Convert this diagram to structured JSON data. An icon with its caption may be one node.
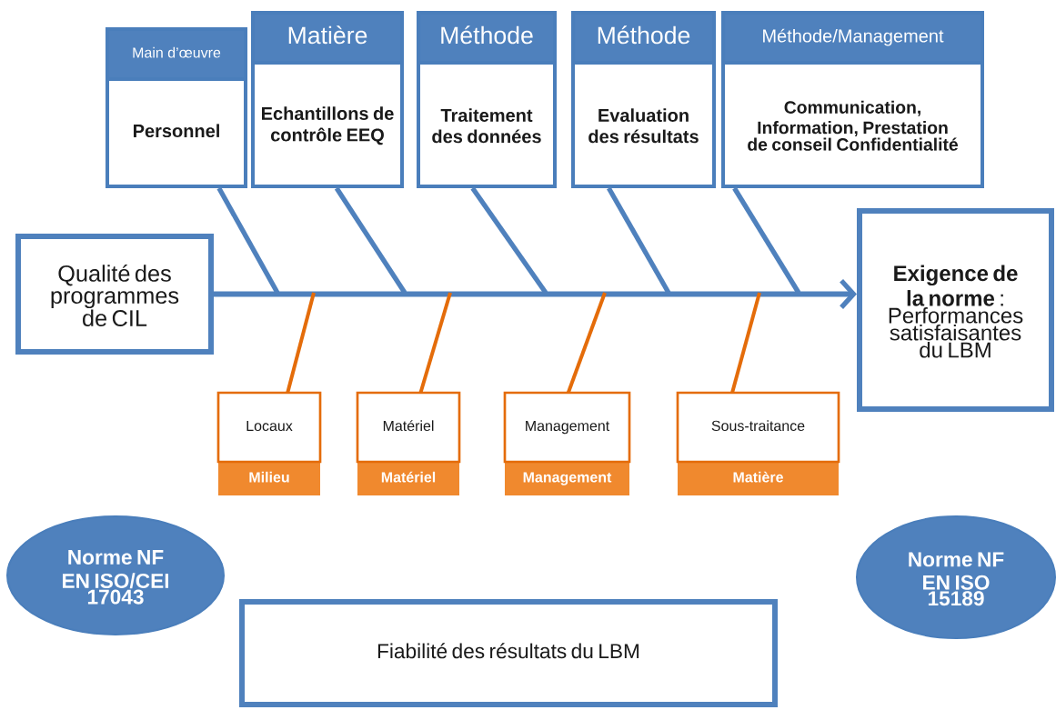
{
  "diagram": {
    "nodes": [
      {
        "text": [
          "Main d’œuvre",
          "Personnel"
        ]
      },
      {
        "text": [
          "Matière",
          "Echantillons de contrôle EEQ"
        ]
      },
      {
        "text": [
          "Méthode",
          "Traitement des données"
        ]
      },
      {
        "text": [
          "Méthode",
          "Evaluation des résultats"
        ]
      },
      {
        "text": [
          "Méthode/Management",
          "Communication, Information, Prestation de conseil Confidentialité"
        ]
      },
      {
        "text": [
          "Qualité des programmes de CIL"
        ]
      },
      {
        "text": [
          "**Exigence de la norme** : Performances satisfaisantes du LBM"
        ]
      },
      {
        "text": [
          "Locaux",
          "Milieu"
        ]
      },
      {
        "text": [
          "Matériel",
          "Matériel"
        ]
      },
      {
        "text": [
          "Management",
          "Management"
        ]
      },
      {
        "text": [
          "Sous-traitance",
          "Matière"
        ]
      },
      {
        "text": [
          "Norme NF EN ISO/CEI 17043"
        ]
      },
      {
        "text": [
          "Norme NF EN ISO 15189"
        ]
      },
      {
        "text": [
          "Fiabilité des résultats du LBM"
        ]
      }
    ],
    "edges": [
      {
        "from": 5,
        "to": 6,
        "arrow": "to"
      },
      {
        "from": 0,
        "to": null,
        "arrow": "none"
      },
      {
        "from": 1,
        "to": null,
        "arrow": "none"
      },
      {
        "from": 2,
        "to": null,
        "arrow": "none"
      },
      {
        "from": 3,
        "to": null,
        "arrow": "none"
      },
      {
        "from": 4,
        "to": null,
        "arrow": "none"
      },
      {
        "from": 7,
        "to": null,
        "arrow": "none",
        "color": "#e46c0a"
      },
      {
        "from": 8,
        "to": null,
        "arrow": "none",
        "color": "#e46c0a"
      },
      {
        "from": 9,
        "to": null,
        "arrow": "none",
        "color": "#e46c0a"
      },
      {
        "from": 10,
        "to": null,
        "arrow": "none",
        "color": "#e46c0a"
      }
    ]
  }
}
